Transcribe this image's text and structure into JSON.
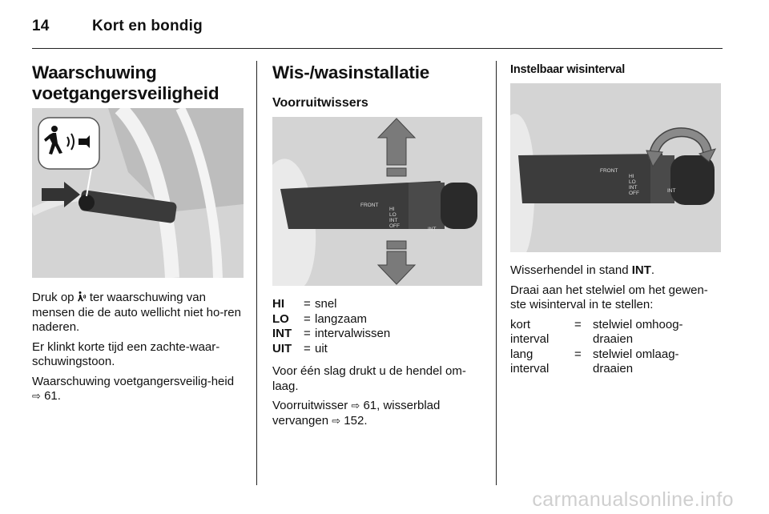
{
  "header": {
    "page_number": "14",
    "title": "Kort en bondig"
  },
  "left": {
    "heading_line1": "Waarschuwing",
    "heading_line2": "voetgangersveiligheid",
    "p1_before": "Druk op ",
    "p1_after": " ter waarschuwing van mensen die de auto wellicht niet ho-ren naderen.",
    "p2": "Er klinkt korte tijd een zachte-waar-schuwingstoon.",
    "p3_text": "Waarschuwing voetgangersveilig-heid ",
    "p3_page": "61."
  },
  "middle": {
    "heading": "Wis-/wasinstallatie",
    "subheading": "Voorruitwissers",
    "figure_labels": {
      "front": "FRONT",
      "hi": "HI",
      "lo": "LO",
      "int": "INT",
      "off": "OFF",
      "int2": "INT"
    },
    "defs": [
      {
        "term": "HI",
        "eq": "=",
        "desc": "snel"
      },
      {
        "term": "LO",
        "eq": "=",
        "desc": "langzaam"
      },
      {
        "term": "INT",
        "eq": "=",
        "desc": "intervalwissen"
      },
      {
        "term": "UIT",
        "eq": "=",
        "desc": "uit"
      }
    ],
    "p1": "Voor één slag drukt u de hendel om-laag.",
    "p2_a": "Voorruitwisser ",
    "p2_a_page": "61, wisserblad",
    "p2_b": "vervangen ",
    "p2_b_page": "152."
  },
  "right": {
    "heading": "Instelbaar wisinterval",
    "figure_labels": {
      "front": "FRONT",
      "hi": "HI",
      "lo": "LO",
      "int": "INT",
      "off": "OFF",
      "int2": "INT"
    },
    "p1_before": "Wisserhendel in stand ",
    "p1_bold": "INT",
    "p1_after": ".",
    "p2": "Draai aan het stelwiel om het gewen-ste wisinterval in te stellen:",
    "rows": [
      {
        "term1": "kort",
        "term2": "interval",
        "eq": "=",
        "desc1": "stelwiel omhoog-",
        "desc2": "draaien"
      },
      {
        "term1": "lang",
        "term2": "interval",
        "eq": "=",
        "desc1": "stelwiel omlaag-",
        "desc2": "draaien"
      }
    ]
  },
  "watermark": "carmanualsonline.info",
  "ref_icon": "page-reference-arrow",
  "pedestrian_icon": "pedestrian-horn-icon"
}
